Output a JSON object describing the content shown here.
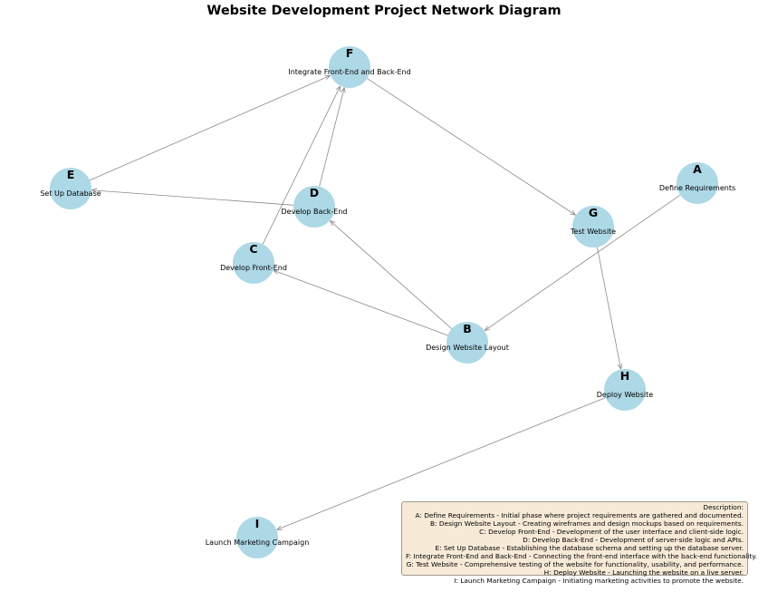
{
  "title": "Website Development Project Network Diagram",
  "nodes": [
    {
      "id": "A",
      "label": "Define Requirements"
    },
    {
      "id": "B",
      "label": "Design Website Layout"
    },
    {
      "id": "C",
      "label": "Develop Front-End"
    },
    {
      "id": "D",
      "label": "Develop Back-End"
    },
    {
      "id": "E",
      "label": "Set Up Database"
    },
    {
      "id": "F",
      "label": "Integrate Front-End and Back-End"
    },
    {
      "id": "G",
      "label": "Test Website"
    },
    {
      "id": "H",
      "label": "Deploy Website"
    },
    {
      "id": "I",
      "label": "Launch Marketing Campaign"
    }
  ],
  "edges": [
    {
      "from": "A",
      "to": "B"
    },
    {
      "from": "B",
      "to": "C"
    },
    {
      "from": "B",
      "to": "D"
    },
    {
      "from": "D",
      "to": "E"
    },
    {
      "from": "C",
      "to": "F"
    },
    {
      "from": "D",
      "to": "F"
    },
    {
      "from": "E",
      "to": "F"
    },
    {
      "from": "F",
      "to": "G"
    },
    {
      "from": "G",
      "to": "H"
    },
    {
      "from": "H",
      "to": "I"
    }
  ],
  "description": {
    "heading": "Description:",
    "lines": [
      "A: Define Requirements - Initial phase where project requirements are gathered and documented.",
      "B: Design Website Layout - Creating wireframes and design mockups based on requirements.",
      "C: Develop Front-End - Development of the user interface and client-side logic.",
      "D: Develop Back-End - Development of server-side logic and APIs.",
      "E: Set Up Database - Establishing the database schema and setting up the database server.",
      "F: Integrate Front-End and Back-End - Connecting the front-end interface with the back-end functionality.",
      "G: Test Website - Comprehensive testing of the website for functionality, usability, and performance.",
      "H: Deploy Website - Launching the website on a live server.",
      "I: Launch Marketing Campaign - Initiating marketing activities to promote the website."
    ]
  },
  "colors": {
    "node_fill": "#add8e6",
    "edge": "#8a8a8a",
    "description_bg": "#f7ead7"
  }
}
